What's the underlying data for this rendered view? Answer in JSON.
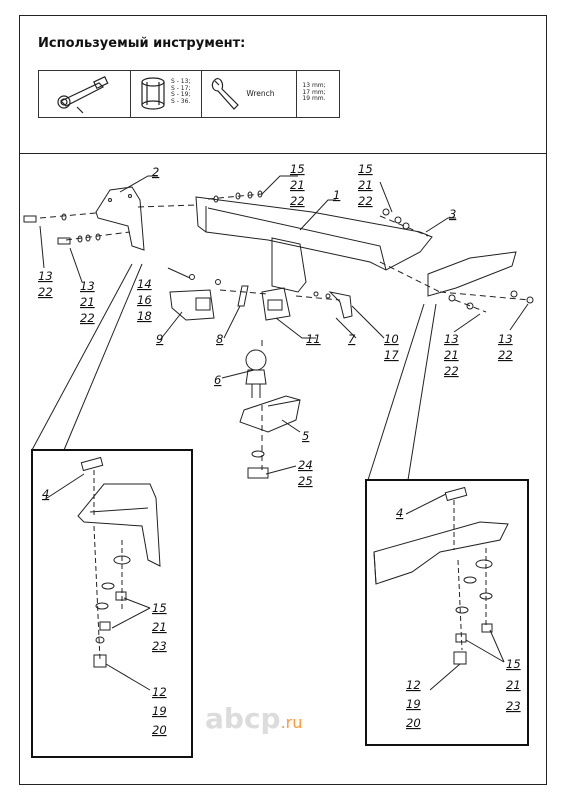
{
  "header": {
    "title": "Используемый инструмент:"
  },
  "tools": {
    "socket_sizes": [
      "S - 13;",
      "S - 17;",
      "S - 19;",
      "S - 36."
    ],
    "wrench_label": "Wrench",
    "wrench_sizes": [
      "13 mm;",
      "17 mm;",
      "19 mm."
    ]
  },
  "labels": {
    "l1": "1",
    "l2": "2",
    "l3": "3",
    "l4a": "4",
    "l4b": "4",
    "l5": "5",
    "l6": "6",
    "l7": "7",
    "l8": "8",
    "l9": "9",
    "l10": "10",
    "l17": "17",
    "l11": "11",
    "l14": "14",
    "l16": "16",
    "l18": "18",
    "l15a": "15",
    "l21a": "21",
    "l22a": "22",
    "l15b": "15",
    "l21b": "21",
    "l22b": "22",
    "l13a": "13",
    "l22c": "22",
    "l13b": "13",
    "l21c": "21",
    "l22d": "22",
    "l13c": "13",
    "l21d": "21",
    "l22e": "22",
    "l13d": "13",
    "l22f": "22",
    "l24": "24",
    "l25": "25",
    "l15c": "15",
    "l21e": "21",
    "l23a": "23",
    "l12a": "12",
    "l19a": "19",
    "l20a": "20",
    "l15d": "15",
    "l21f": "21",
    "l23b": "23",
    "l12b": "12",
    "l19b": "19",
    "l20b": "20"
  },
  "watermark": {
    "main": "abcp",
    "suffix": ".ru"
  }
}
